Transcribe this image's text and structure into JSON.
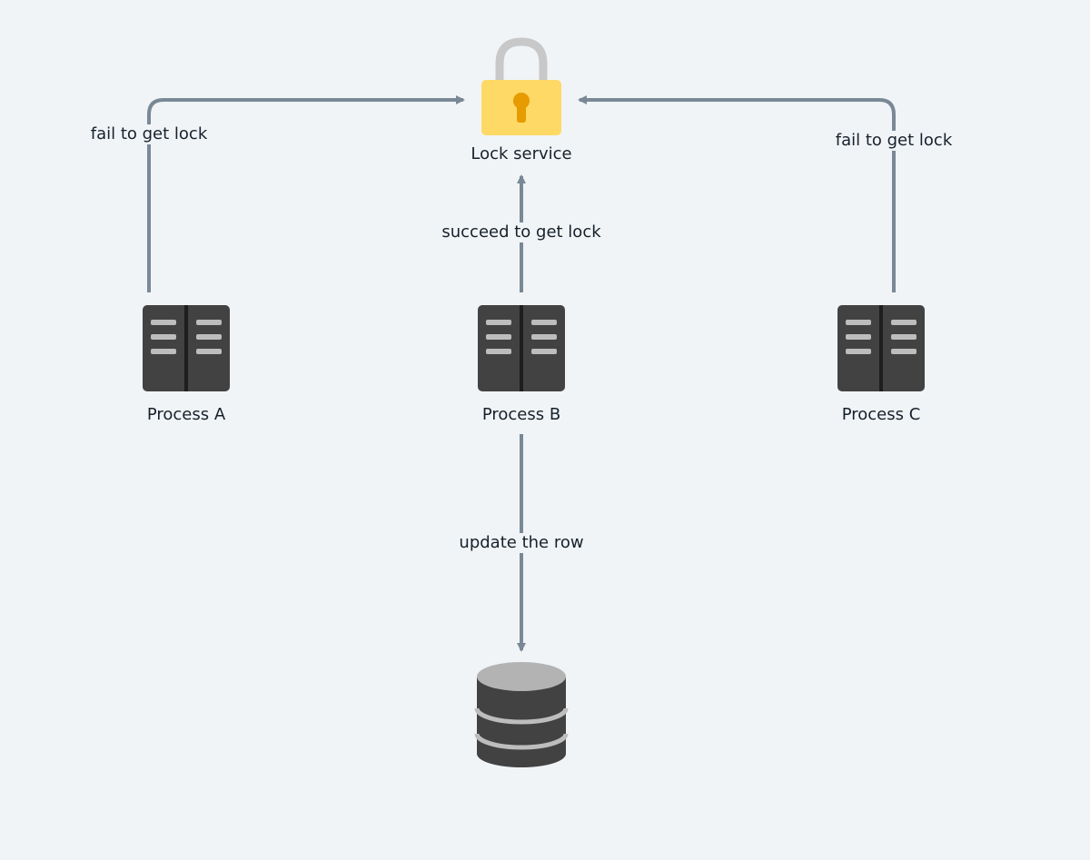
{
  "lock_service": {
    "label": "Lock service",
    "icon": "padlock-icon"
  },
  "processes": [
    {
      "label": "Process A",
      "icon": "server-icon"
    },
    {
      "label": "Process B",
      "icon": "server-icon"
    },
    {
      "label": "Process C",
      "icon": "server-icon"
    }
  ],
  "database": {
    "icon": "database-icon"
  },
  "edges": {
    "a_to_lock": "fail to get lock",
    "b_to_lock": "succeed to get lock",
    "c_to_lock": "fail to get lock",
    "b_to_db": "update the row"
  },
  "colors": {
    "background": "#f0f4f7",
    "arrow": "#7a8896",
    "server": "#424242",
    "server_slot": "#bdbdbd",
    "lock_body": "#ffd966",
    "lock_keyhole": "#e69b00",
    "lock_shackle": "#c8c8c8",
    "database_top": "#b3b3b3",
    "database_body": "#424242"
  }
}
